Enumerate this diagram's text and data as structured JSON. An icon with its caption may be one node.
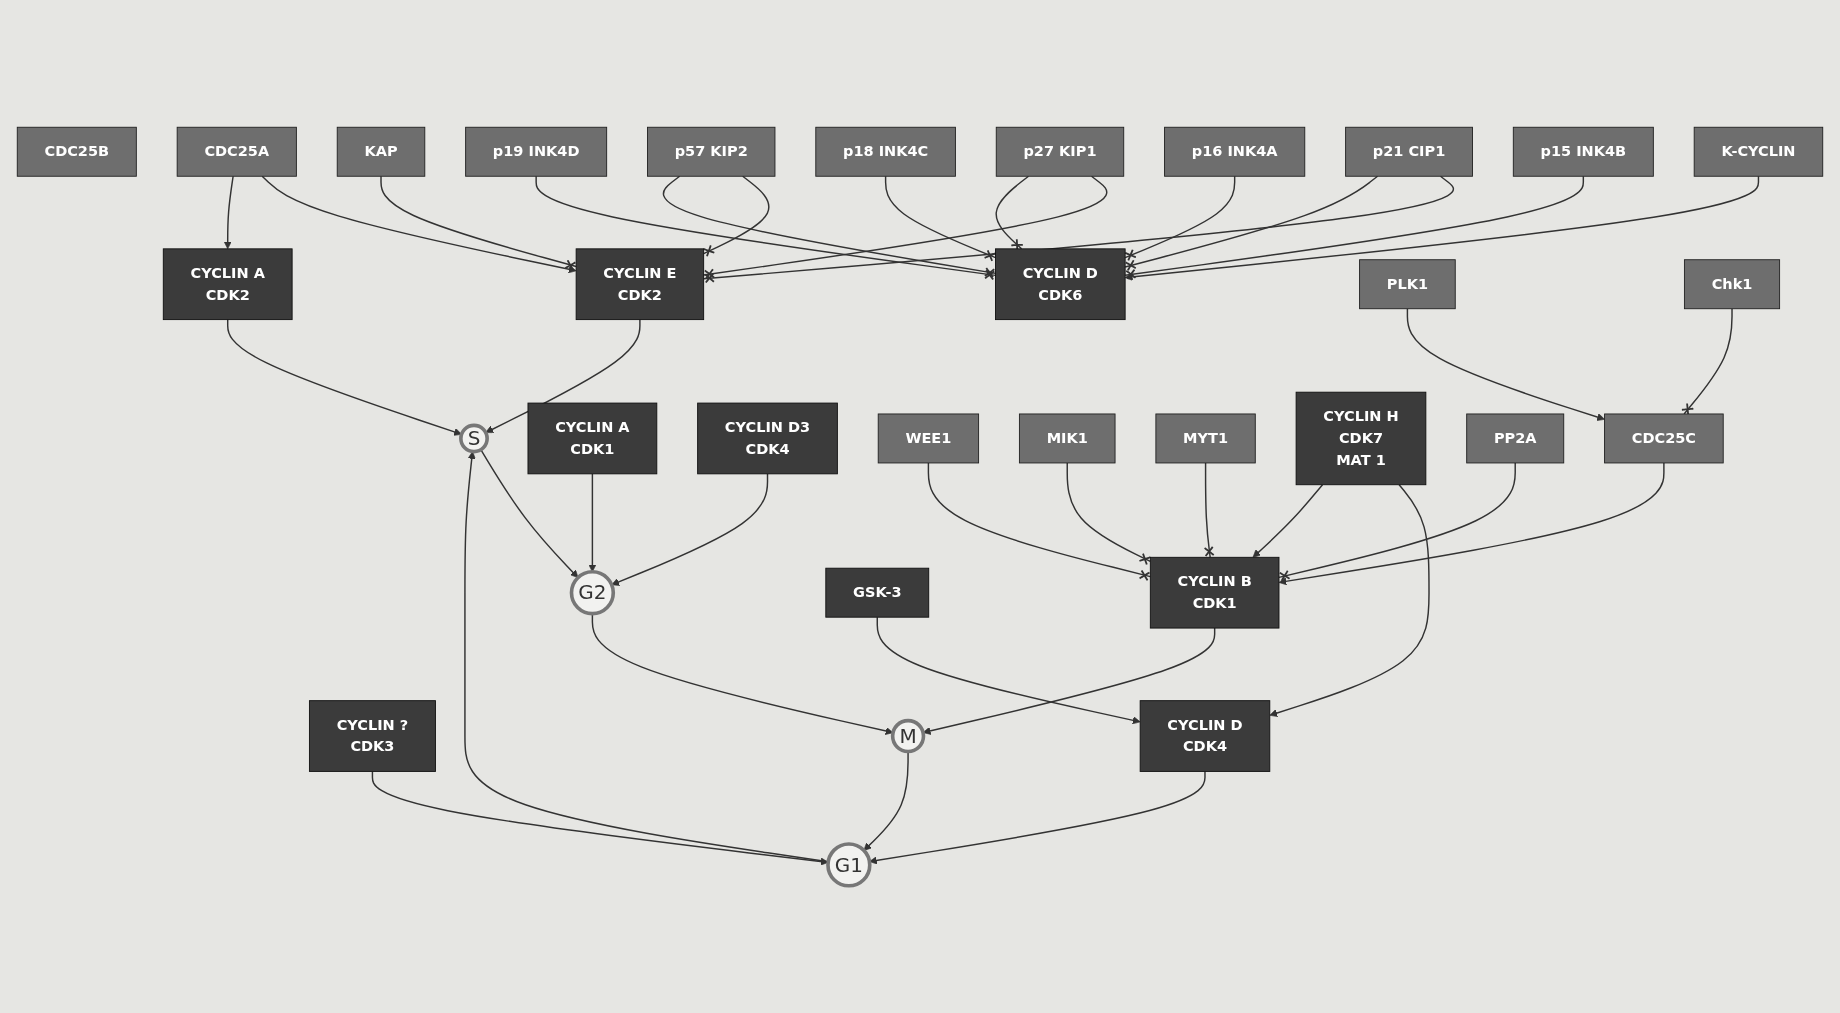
{
  "diagram": {
    "nodes": [
      {
        "text": [
          "CDC25B"
        ]
      },
      {
        "text": [
          "CDC25A"
        ]
      },
      {
        "text": [
          "KAP"
        ]
      },
      {
        "text": [
          "CYCLIN A",
          "CDK2"
        ]
      },
      {
        "text": [
          "CYCLIN A",
          "CDK1"
        ]
      },
      {
        "text": [
          "CYCLIN E",
          "CDK2"
        ]
      },
      {
        "text": [
          "S"
        ]
      },
      {
        "text": [
          "CYCLIN D3",
          "CDK4"
        ]
      },
      {
        "text": [
          "p21 CIP1"
        ]
      },
      {
        "text": [
          "p27 KIP1"
        ]
      },
      {
        "text": [
          "p57 KIP2"
        ]
      },
      {
        "text": [
          "G2"
        ]
      },
      {
        "text": [
          "CYCLIN B",
          "CDK1"
        ]
      },
      {
        "text": [
          "CYCLIN ?",
          "CDK3"
        ]
      },
      {
        "text": [
          "G1"
        ]
      },
      {
        "text": [
          "M"
        ]
      },
      {
        "text": [
          "CYCLIN D",
          "CDK6"
        ]
      },
      {
        "text": [
          "K-CYCLIN"
        ]
      },
      {
        "text": [
          "WEE1"
        ]
      },
      {
        "text": [
          "MIK1"
        ]
      },
      {
        "text": [
          "MYT1"
        ]
      },
      {
        "text": [
          "CYCLIN D",
          "CDK4"
        ]
      },
      {
        "text": [
          "CDC25C"
        ]
      },
      {
        "text": [
          "CYCLIN H",
          "CDK7",
          "MAT 1"
        ]
      },
      {
        "text": [
          "PP2A"
        ]
      },
      {
        "text": [
          "PLK1"
        ]
      },
      {
        "text": [
          "p15 INK4B"
        ]
      },
      {
        "text": [
          "p16 INK4A"
        ]
      },
      {
        "text": [
          "p18 INK4C"
        ]
      },
      {
        "text": [
          "p19 INK4D"
        ]
      },
      {
        "text": [
          "GSK-3"
        ]
      },
      {
        "text": [
          "Chk1"
        ]
      }
    ],
    "edges": [
      {
        "from": 14,
        "to": 6,
        "arrow": "to"
      },
      {
        "from": 6,
        "to": 11,
        "arrow": "to"
      },
      {
        "from": 11,
        "to": 15,
        "arrow": "to"
      },
      {
        "from": 15,
        "to": 14,
        "arrow": "to"
      },
      {
        "from": 1,
        "to": 5,
        "arrow": "to"
      },
      {
        "from": 1,
        "to": 3,
        "arrow": "to"
      },
      {
        "from": 2,
        "to": 5,
        "arrow": "other"
      },
      {
        "from": 8,
        "to": 5,
        "arrow": "other"
      },
      {
        "from": 9,
        "to": 5,
        "arrow": "other"
      },
      {
        "from": 10,
        "to": 5,
        "arrow": "other"
      },
      {
        "from": 8,
        "to": 16,
        "arrow": "other"
      },
      {
        "from": 9,
        "to": 16,
        "arrow": "other"
      },
      {
        "from": 10,
        "to": 16,
        "arrow": "other"
      },
      {
        "from": 17,
        "to": 16,
        "arrow": "to"
      },
      {
        "from": 26,
        "to": 16,
        "arrow": "other"
      },
      {
        "from": 27,
        "to": 16,
        "arrow": "other"
      },
      {
        "from": 28,
        "to": 16,
        "arrow": "other"
      },
      {
        "from": 29,
        "to": 16,
        "arrow": "other"
      },
      {
        "from": 5,
        "to": 6,
        "arrow": "to"
      },
      {
        "from": 3,
        "to": 6,
        "arrow": "to"
      },
      {
        "from": 4,
        "to": 11,
        "arrow": "to"
      },
      {
        "from": 7,
        "to": 11,
        "arrow": "to"
      },
      {
        "from": 12,
        "to": 15,
        "arrow": "to"
      },
      {
        "from": 13,
        "to": 14,
        "arrow": "to"
      },
      {
        "from": 21,
        "to": 14,
        "arrow": "to"
      },
      {
        "from": 30,
        "to": 21,
        "arrow": "to"
      },
      {
        "from": 23,
        "to": 21,
        "arrow": "to"
      },
      {
        "from": 23,
        "to": 12,
        "arrow": "to"
      },
      {
        "from": 22,
        "to": 12,
        "arrow": "to"
      },
      {
        "from": 25,
        "to": 22,
        "arrow": "to"
      },
      {
        "from": 31,
        "to": 22,
        "arrow": "other"
      },
      {
        "from": 18,
        "to": 12,
        "arrow": "other"
      },
      {
        "from": 19,
        "to": 12,
        "arrow": "other"
      },
      {
        "from": 20,
        "to": 12,
        "arrow": "other"
      },
      {
        "from": 24,
        "to": 12,
        "arrow": "other"
      }
    ]
  }
}
